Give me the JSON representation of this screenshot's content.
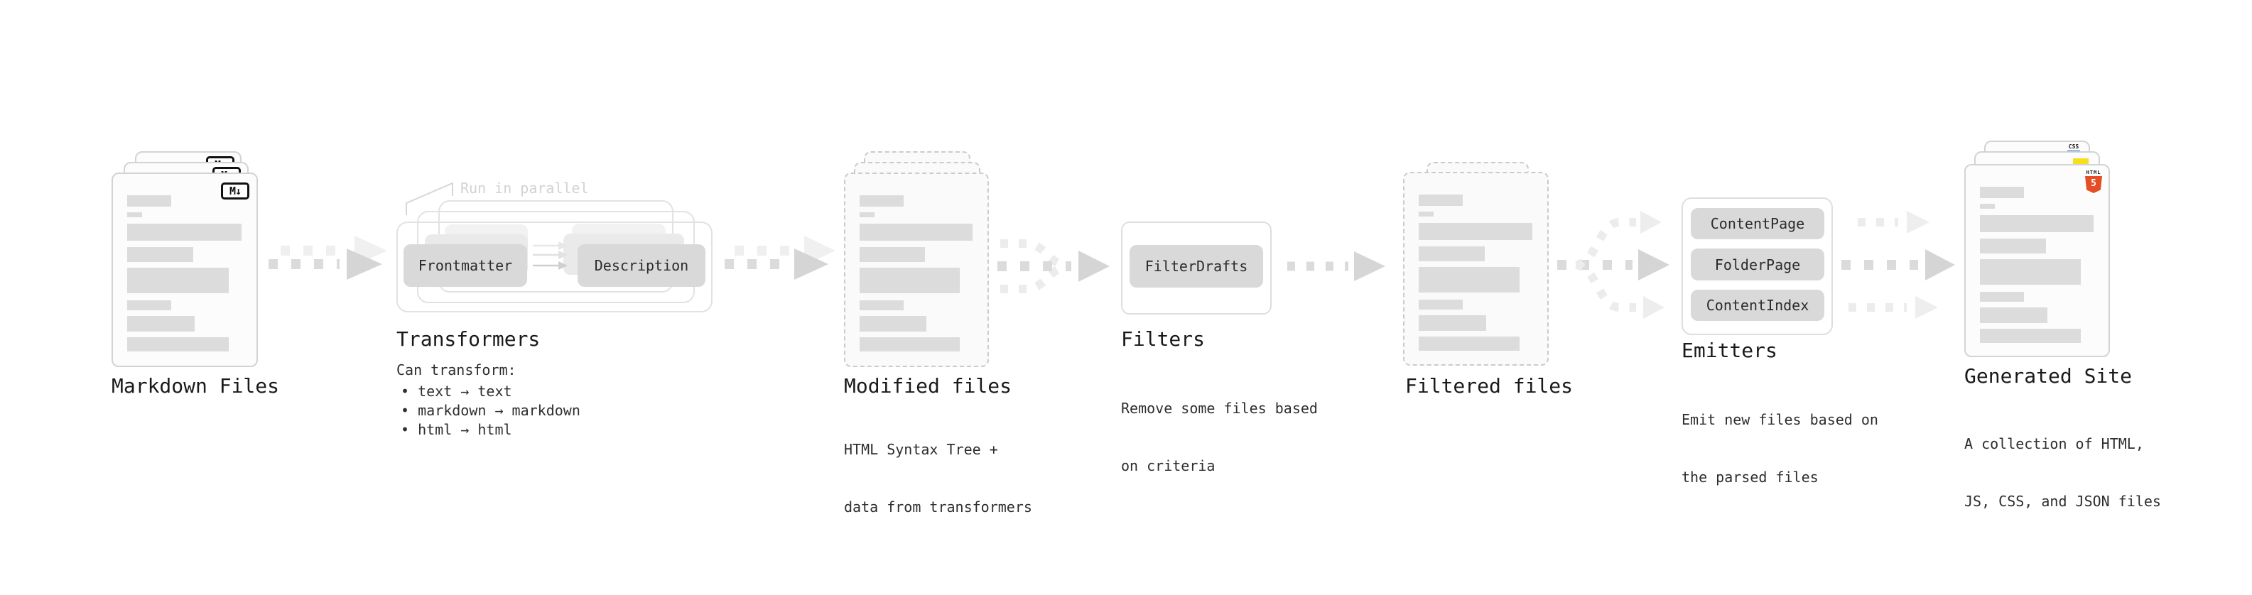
{
  "stages": [
    {
      "id": "markdown-files",
      "label": "Markdown Files",
      "badge": "M↓"
    },
    {
      "id": "transformers",
      "label": "Transformers",
      "note": "Run in parallel",
      "buttons": [
        "Frontmatter",
        "Description"
      ],
      "desc_title": "Can transform:",
      "bullets": [
        "• text → text",
        "• markdown → markdown",
        "• html → html"
      ]
    },
    {
      "id": "modified-files",
      "label": "Modified files",
      "desc_lines": [
        "HTML Syntax Tree +",
        "data from transformers"
      ]
    },
    {
      "id": "filters",
      "label": "Filters",
      "buttons": [
        "FilterDrafts"
      ],
      "desc_lines": [
        "Remove some files based",
        "on criteria"
      ]
    },
    {
      "id": "filtered-files",
      "label": "Filtered files"
    },
    {
      "id": "emitters",
      "label": "Emitters",
      "buttons": [
        "ContentPage",
        "FolderPage",
        "ContentIndex"
      ],
      "desc_lines": [
        "Emit new files based on",
        "the parsed files"
      ]
    },
    {
      "id": "generated-site",
      "label": "Generated Site",
      "file_badges": {
        "css_label": "CSS",
        "html_label": "HTML",
        "html5_number": "5"
      },
      "desc_lines": [
        "A collection of HTML,",
        "JS, CSS, and JSON files"
      ]
    }
  ],
  "colors": {
    "html5_orange": "#e44d26",
    "js_yellow": "#f7df1e",
    "css_blue": "#2e6be5",
    "button_gray": "#d9d9d9",
    "bar_gray": "#dcdcdc",
    "arrow_gray": "#d5d5d5",
    "heading_text": "#1a1a1a",
    "note_gray": "#d2d2d2"
  }
}
